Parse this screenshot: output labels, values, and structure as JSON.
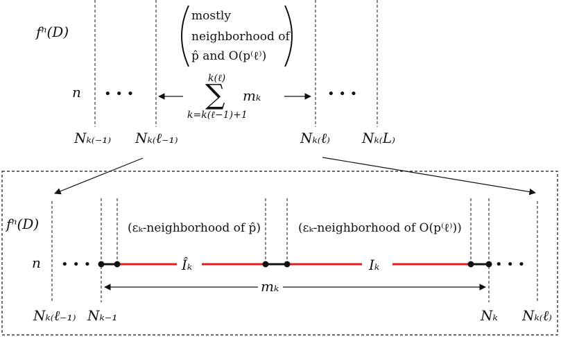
{
  "top": {
    "row_fnD": "fⁿ(D)",
    "row_n": "n",
    "dots_left": "• • •",
    "dots_right": "• • •",
    "box_line1": "mostly",
    "box_line2": "neighborhood of",
    "box_line3": "p̂ and O(p⁽ℓ⁾)",
    "sum_upper": "k(ℓ)",
    "sum_lower": "k=k(ℓ−1)+1",
    "sum_term": "mₖ",
    "labels": {
      "N_k_minus1": "Nₖ₍₋₁₎",
      "N_k_ell_minus1": "Nₖ₍ℓ₋₁₎",
      "N_k_ell": "Nₖ₍ℓ₎",
      "N_k_L": "Nₖ₍L₎"
    }
  },
  "bottom": {
    "row_fnD": "fⁿ(D)",
    "row_n": "n",
    "dots_left": "• • •",
    "dots_right": "• • •",
    "region_left": "(εₖ-neighborhood of p̂)",
    "region_right": "(εₖ-neighborhood of O(p⁽ℓ⁾))",
    "seg_left": "Îₖ",
    "seg_right": "Iₖ",
    "span": "mₖ",
    "labels": {
      "N_k_ell_minus1": "Nₖ₍ℓ₋₁₎",
      "N_k_minus1": "Nₖ₋₁",
      "N_k": "Nₖ",
      "N_k_ell": "Nₖ₍ℓ₎"
    }
  },
  "colors": {
    "red_segment": "#e31b23",
    "black": "#111111"
  }
}
